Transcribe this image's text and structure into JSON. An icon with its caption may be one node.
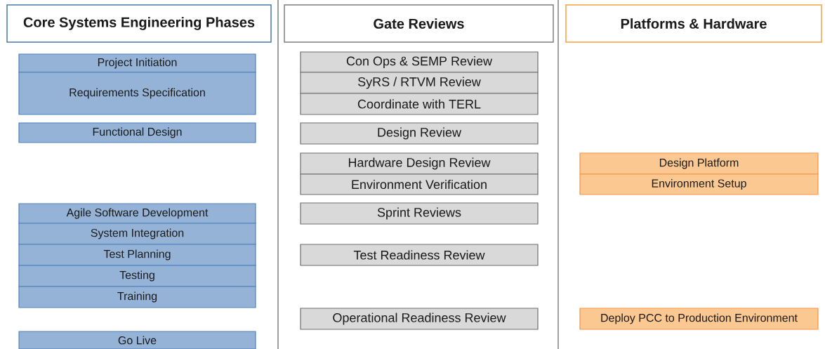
{
  "diagram": {
    "nodes": [
      {
        "text": [
          "Core Systems Engineering Phases"
        ]
      },
      {
        "text": [
          "Gate Reviews"
        ]
      },
      {
        "text": [
          "Platforms & Hardware"
        ]
      },
      {
        "text": [
          "Project Initiation"
        ]
      },
      {
        "text": [
          "Requirements Specification"
        ]
      },
      {
        "text": [
          "Functional Design"
        ]
      },
      {
        "text": [
          "Agile Software Development"
        ]
      },
      {
        "text": [
          "System Integration"
        ]
      },
      {
        "text": [
          "Test Planning"
        ]
      },
      {
        "text": [
          "Testing"
        ]
      },
      {
        "text": [
          "Training"
        ]
      },
      {
        "text": [
          "Go Live"
        ]
      },
      {
        "text": [
          "Con Ops & SEMP Review"
        ]
      },
      {
        "text": [
          "SyRS / RTVM Review"
        ]
      },
      {
        "text": [
          "Coordinate with TERL"
        ]
      },
      {
        "text": [
          "Design Review"
        ]
      },
      {
        "text": [
          "Hardware Design Review"
        ]
      },
      {
        "text": [
          "Environment Verification"
        ]
      },
      {
        "text": [
          "Sprint Reviews"
        ]
      },
      {
        "text": [
          "Test Readiness Review"
        ]
      },
      {
        "text": [
          "Operational Readiness Review"
        ]
      },
      {
        "text": [
          "Design Platform"
        ]
      },
      {
        "text": [
          "Environment Setup"
        ]
      },
      {
        "text": [
          "Deploy PCC to Production Environment"
        ]
      }
    ]
  }
}
